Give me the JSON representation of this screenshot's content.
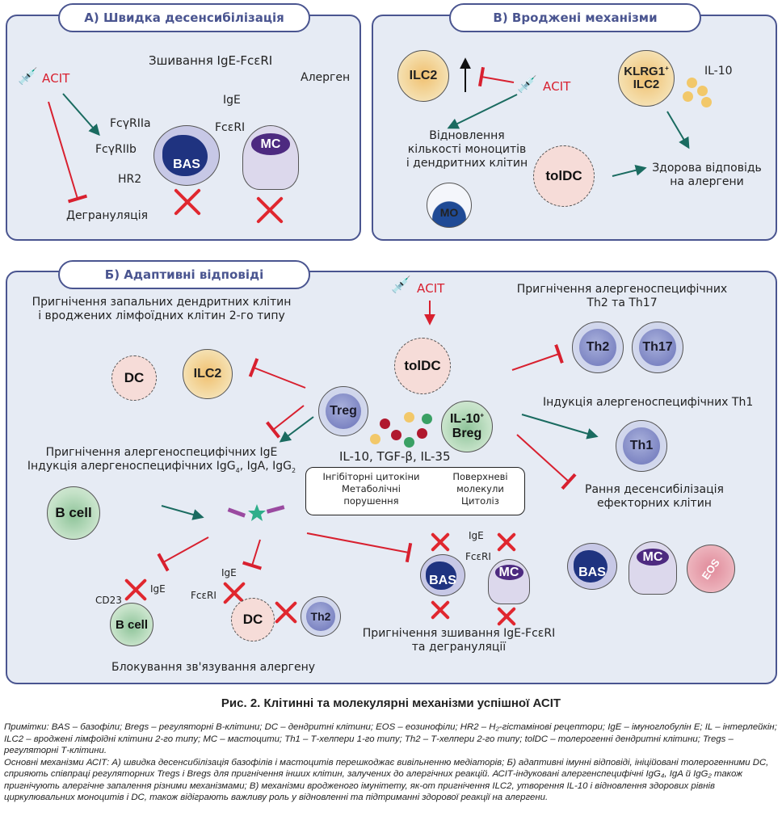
{
  "panels": {
    "a": {
      "title": "А) Швидка десенсибілізація",
      "acit": "АСІТ",
      "crosslink_title": "Зшивання IgE-FcεRI",
      "allergen": "Алерген",
      "ige": "IgE",
      "fceri": "FcεRI",
      "fcgr2a": "FcγRIIa",
      "fcgr2b": "FcγRIIb",
      "hr2": "HR2",
      "bas": "BAS",
      "mc": "MC",
      "degranulation": "Дегрануляція"
    },
    "v": {
      "title": "В) Вроджені механізми",
      "ilc2": "ILC2",
      "acit": "АСІТ",
      "klrg1": "KLRG1",
      "klrg1_sup": "+",
      "klrg1_ilc2": "ILC2",
      "il10": "IL-10",
      "restore": [
        "Відновлення",
        "кількості моноцитів",
        "і дендритних клітин"
      ],
      "toldc": "tolDC",
      "mo": "MO",
      "healthy": [
        "Здорова відповідь",
        "на алергени"
      ]
    },
    "b": {
      "title": "Б) Адаптивні відповіді",
      "suppress_dc": [
        "Пригнічення запальних дендритних клітин",
        "і вроджених лімфоїдних клітин 2-го типу"
      ],
      "dc": "DC",
      "ilc2": "ILC2",
      "acit": "АСІТ",
      "toldc": "tolDC",
      "treg": "Treg",
      "breg_line1": "IL-10",
      "breg_sup": "+",
      "breg_line2": "Breg",
      "cytokines": "IL-10, TGF-β, IL-35",
      "mechanisms_left": [
        "Інгібіторні цитокіни",
        "Метаболічні",
        "порушення"
      ],
      "mechanisms_right": [
        "Поверхневі",
        "молекули",
        "Цитоліз"
      ],
      "suppress_th": [
        "Пригнічення алергеноспецифічних",
        "Th2 та Th17"
      ],
      "th2": "Th2",
      "th17": "Th17",
      "induce_th1": "Індукція алергеноспецифічних Th1",
      "th1": "Th1",
      "early_desens": [
        "Рання десенсибілізація",
        "ефекторних клітин"
      ],
      "ige_suppress": "Пригнічення алергеноспецифічних IgE",
      "igg_induce_prefix": "Індукція алергеноспецифічних IgG",
      "igg_sub4": "4",
      "igg_mid": ", IgA, IgG",
      "igg_sub2": "2",
      "bcell": "B cell",
      "cd23": "CD23",
      "ige": "IgE",
      "fceri": "FcεRI",
      "th2_small": "Th2",
      "block_binding": "Блокування зв'язування алергену",
      "bas": "BAS",
      "mc": "MC",
      "eos": "EOS",
      "suppress_crosslink": [
        "Пригнічення зшивання  IgE-FcεRI",
        "та дегрануляції"
      ]
    }
  },
  "caption": {
    "title": "Рис. 2. Клітинні та молекулярні механізми успішної АСІТ",
    "notes": "Примітки: BAS – базофіли; Bregs – регуляторні В-клітини; DC – дендритні клітини; EOS – еозинофіли; HR2 – H₂-гістамінові рецептори; IgE – імуноглобулін E; IL – інтерлейкін; ILC2 – вроджені лімфоїдні клітини 2-го типу; MC – мастоцити; Th1 – Т-хелпери 1-го типу; Th2 – Т-хелпери 2-го типу; tolDC – толерогенні дендритні клітини; Tregs – регуляторні Т-клітини.",
    "mechanisms": "Основні механізми АСІТ: А) швидка десенсибілізація базофілів і мастоцитів перешкоджає вивільненню медіаторів; Б) адаптивні імунні відповіді, ініційовані толерогенними DC, сприяють співпраці регуляторних Tregs і Bregs для пригнічення інших клітин, залучених до алергічних реакцій. АСІТ-індуковані алергенспецифічні IgG₄, IgA й IgG₂ також пригнічують алергічне запалення різними механізмами; В) механізми вродженого імунітету, як-от пригнічення ILC2, утворення IL-10 і відновлення здорових рівнів циркулювальних моноцитів і DC, також відіграють важливу роль у відновленні та підтриманні здорової реакції на алергени."
  },
  "colors": {
    "panel_bg": "#e6ebf4",
    "panel_border": "#4a5590",
    "inhibit": "#d8202f",
    "activate": "#1a6b60",
    "title_text": "#4a5590"
  }
}
